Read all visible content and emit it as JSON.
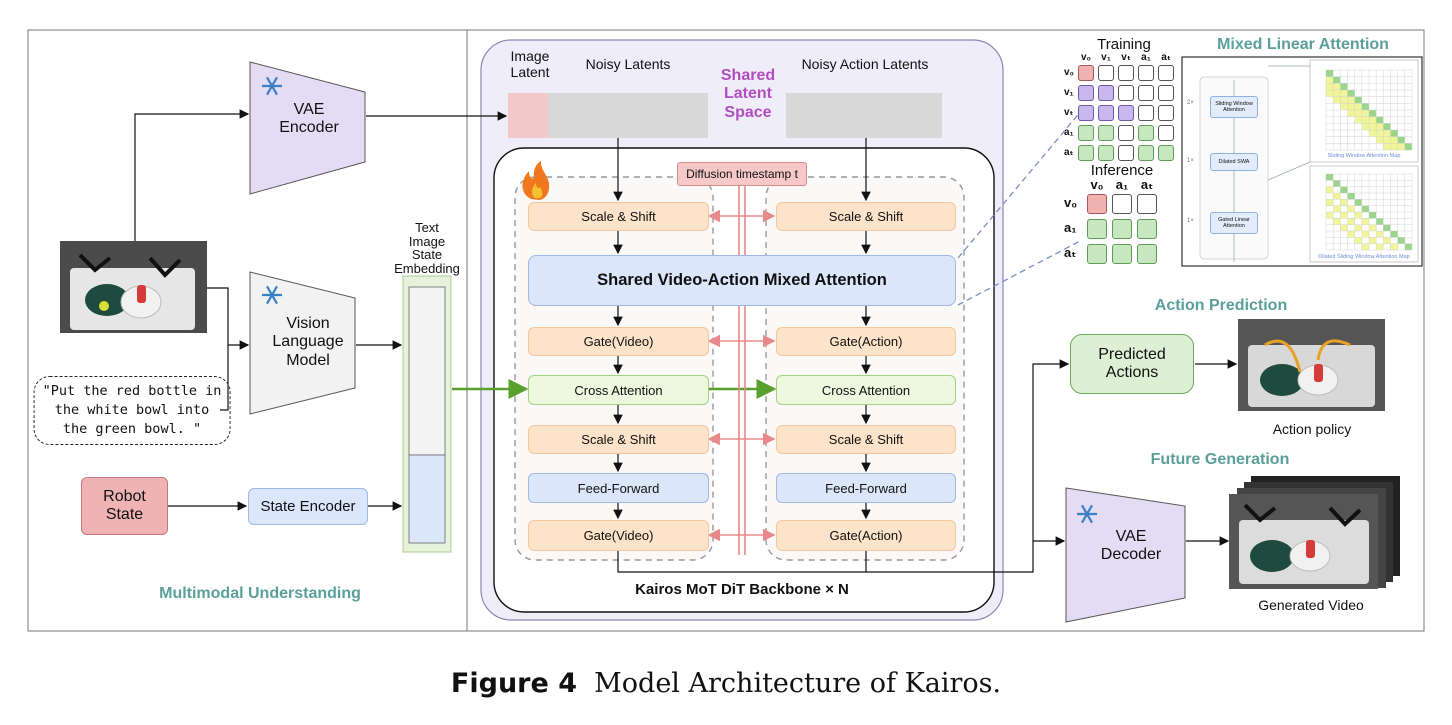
{
  "figure": {
    "caption_label": "Figure 4",
    "caption_text": "Model Architecture of Kairos."
  },
  "left_panel": {
    "section_label": "Multimodal Understanding",
    "vae_encoder": "VAE\nEncoder",
    "vlm": "Vision\nLanguage\nModel",
    "instruction": "\"Put the red bottle in\nthe white bowl into\nthe green bowl. \"",
    "robot_state": "Robot\nState",
    "state_encoder": "State Encoder",
    "embedding_label": "Text\nImage\nState\nEmbedding"
  },
  "backbone": {
    "image_latent": "Image\nLatent",
    "noisy_latents": "Noisy Latents",
    "shared_latent_space": "Shared\nLatent\nSpace",
    "noisy_action_latents": "Noisy Action Latents",
    "timestep": "Diffusion timestamp t",
    "video_column": [
      "Scale & Shift",
      "Gate(Video)",
      "Cross Attention",
      "Scale & Shift",
      "Feed-Forward",
      "Gate(Video)"
    ],
    "action_column": [
      "Scale & Shift",
      "Gate(Action)",
      "Cross Attention",
      "Scale & Shift",
      "Feed-Forward",
      "Gate(Action)"
    ],
    "mixed_attention": "Shared Video-Action Mixed Attention",
    "backbone_label": "Kairos MoT DiT Backbone × N"
  },
  "attention_masks": {
    "training_title": "Training",
    "training_cols": [
      "v₀",
      "v₁",
      "vₜ",
      "a₁",
      "aₜ"
    ],
    "training_rows": [
      "v₀",
      "v₁",
      "vₜ",
      "a₁",
      "aₜ"
    ],
    "training_grid": [
      [
        "r",
        "w",
        "w",
        "w",
        "w"
      ],
      [
        "p",
        "p",
        "w",
        "w",
        "w"
      ],
      [
        "p",
        "p",
        "p",
        "w",
        "w"
      ],
      [
        "g",
        "g",
        "w",
        "g",
        "w"
      ],
      [
        "g",
        "g",
        "w",
        "g",
        "g"
      ]
    ],
    "inference_title": "Inference",
    "inference_cols": [
      "v₀",
      "a₁",
      "aₜ"
    ],
    "inference_rows": [
      "v₀",
      "a₁",
      "aₜ"
    ],
    "inference_grid": [
      [
        "r",
        "w",
        "w"
      ],
      [
        "g",
        "g",
        "g"
      ],
      [
        "g",
        "g",
        "g"
      ]
    ]
  },
  "mixed_linear_attention": {
    "title": "Mixed Linear Attention",
    "stack": [
      "Sliding Window\nAttention",
      "Dilated SWA",
      "Gated Linear\nAttention"
    ],
    "multipliers": [
      "2×",
      "1×",
      "1×"
    ],
    "map1_caption": "Sliding Window Attention Map",
    "map2_caption": "Dilated Sliding Window Attention Map"
  },
  "right_panel": {
    "action_title": "Action Prediction",
    "predicted_actions": "Predicted\nActions",
    "action_policy": "Action policy",
    "future_title": "Future Generation",
    "vae_decoder": "VAE\nDecoder",
    "generated_video": "Generated Video"
  },
  "colors": {
    "teal": "#5b9f9b",
    "purple_text": "#b04ec0",
    "orange_box": "#fce3c9",
    "blue_box": "#dbe6fb",
    "green_box": "#ecf9df",
    "red_arrow": "#e8898c",
    "green_arrow": "#5aa02c",
    "lavender": "#e4dcf5",
    "map_yellow": "#f0f59a",
    "map_green": "#9bd58c"
  },
  "icons": [
    "snowflake-icon",
    "fire-icon"
  ]
}
